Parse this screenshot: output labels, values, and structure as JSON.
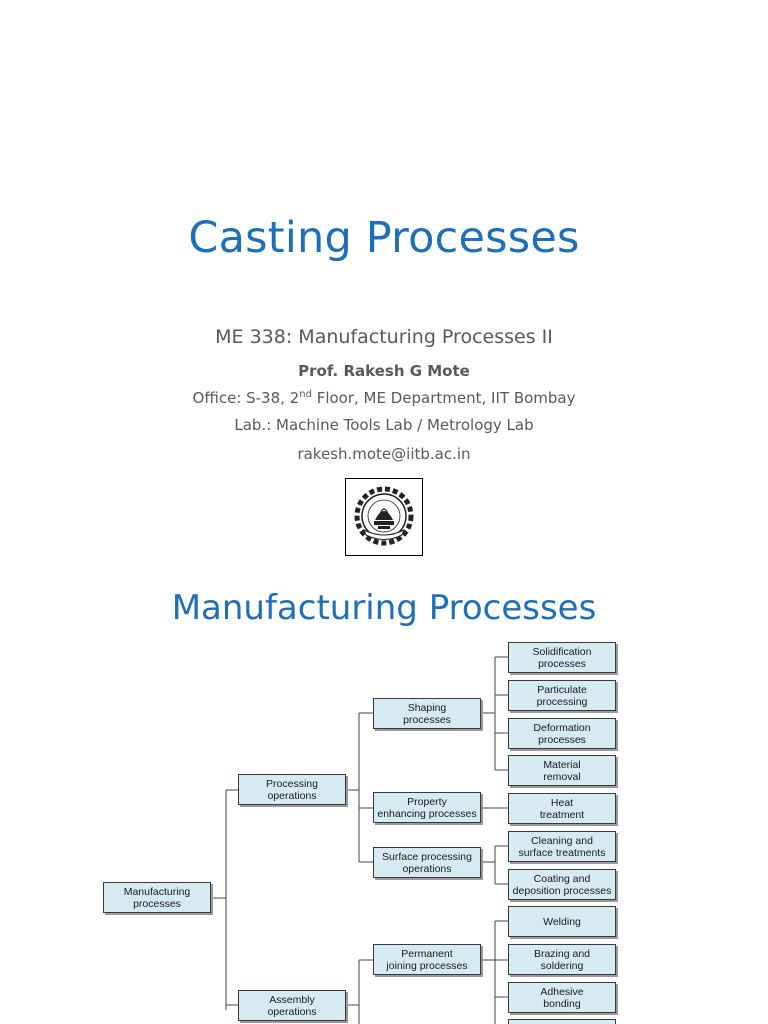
{
  "slide1": {
    "title": "Casting Processes",
    "course": "ME 338: Manufacturing Processes II",
    "professor": "Prof. Rakesh G Mote",
    "office_prefix": "Office: S-38, 2",
    "office_sup": "nd",
    "office_suffix": " Floor, ME Department, IIT Bombay",
    "lab": "Lab.: Machine Tools Lab / Metrology Lab",
    "email": "rakesh.mote@iitb.ac.in",
    "logo_icon": "iit-bombay-emblem-icon"
  },
  "slide2": {
    "title": "Manufacturing Processes",
    "root": "Manufacturing\nprocesses",
    "level1": [
      "Processing\noperations",
      "Assembly\noperations"
    ],
    "processing_children": [
      "Shaping\nprocesses",
      "Property\nenhancing processes",
      "Surface processing\noperations"
    ],
    "shaping_children": [
      "Solidification\nprocesses",
      "Particulate\nprocessing",
      "Deformation\nprocesses",
      "Material\nremoval"
    ],
    "property_children": [
      "Heat\ntreatment"
    ],
    "surface_children": [
      "Cleaning and\nsurface treatments",
      "Coating and\ndeposition processes"
    ],
    "assembly_children": [
      "Permanent\njoining processes"
    ],
    "permanent_children": [
      "Welding",
      "Brazing and\nsoldering",
      "Adhesive\nbonding"
    ]
  }
}
